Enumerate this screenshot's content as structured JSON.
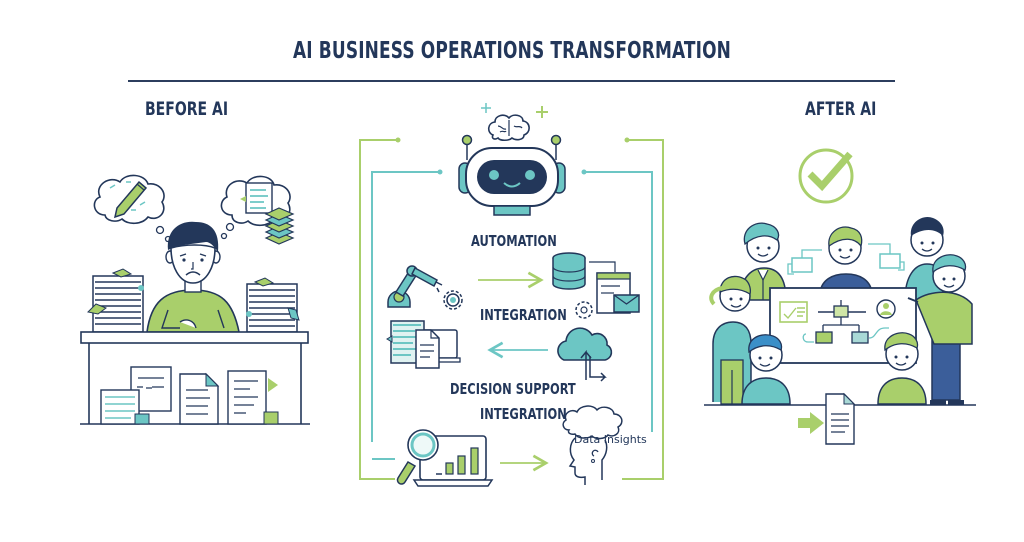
{
  "header": {
    "title": "AI BUSINESS OPERATIONS TRANSFORMATION"
  },
  "sections": {
    "before": {
      "label": "BEFORE AI",
      "icons": [
        "thought-bubble-pencil-icon",
        "thought-bubble-document-icon",
        "paper-stack-icon",
        "stressed-worker-icon",
        "desk-icon",
        "document-pile-icon"
      ]
    },
    "process": {
      "steps": [
        {
          "label": "AUTOMATION",
          "icon": "robot-brain-icon"
        },
        {
          "label": "INTEGRATION",
          "icon": "robot-arm-database-icon"
        },
        {
          "label": "DECISION SUPPORT",
          "icon": "document-laptop-cloud-icon"
        },
        {
          "label": "INTEGRATION",
          "icon": "magnifier-chart-icon"
        }
      ],
      "insight_label": "Data Insights"
    },
    "after": {
      "label": "AFTER AI",
      "icons": [
        "checkmark-circle-icon",
        "team-collaboration-icon",
        "flowchart-board-icon",
        "document-arrow-icon"
      ]
    }
  },
  "colors": {
    "navy": "#23375a",
    "teal": "#6cc6c4",
    "green": "#a9cf6b",
    "blue": "#3b5e9a"
  }
}
